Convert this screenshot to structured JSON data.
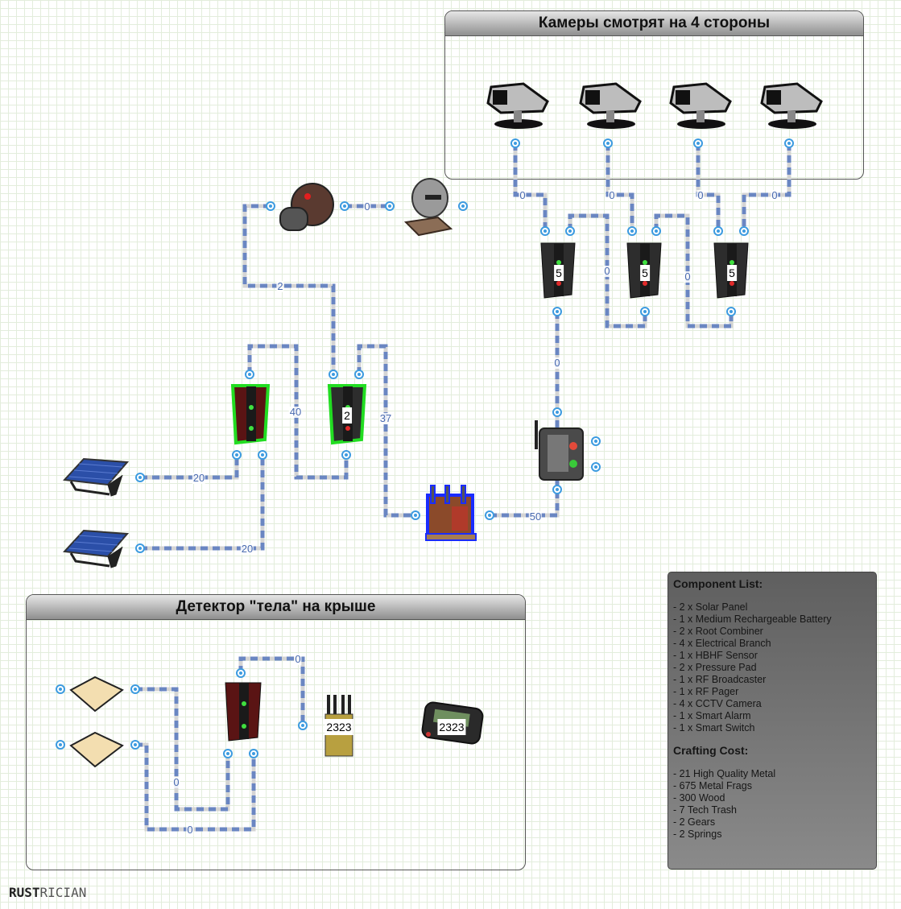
{
  "groups": {
    "cameras": {
      "title": "Камеры смотрят на 4 стороны"
    },
    "roof_detector": {
      "title": "Детектор \"тела\" на крыше"
    }
  },
  "components": {
    "cctv_camera": {
      "icon": "cctv-camera-icon",
      "count": 4
    },
    "electrical_branch": {
      "icon": "electrical-branch-icon",
      "values": [
        "5",
        "5",
        "5",
        "2"
      ]
    },
    "hbhf_sensor": {
      "icon": "hbhf-sensor-icon"
    },
    "smart_switch": {
      "icon": "smart-switch-icon"
    },
    "root_combiner": {
      "icon": "root-combiner-icon"
    },
    "battery": {
      "icon": "medium-rechargeable-battery-icon"
    },
    "smart_alarm": {
      "icon": "smart-alarm-icon"
    },
    "solar_panel": {
      "icon": "solar-panel-icon",
      "count": 2
    },
    "pressure_pad": {
      "icon": "pressure-pad-icon",
      "count": 2
    },
    "rf_broadcaster": {
      "icon": "rf-broadcaster-icon",
      "frequency": "2323"
    },
    "rf_pager": {
      "icon": "rf-pager-icon",
      "frequency": "2323"
    }
  },
  "wire_labels": {
    "cam1": "0",
    "cam2": "0",
    "cam3": "0",
    "cam4": "0",
    "branch_link1": "0",
    "branch_link2": "0",
    "branch_to_switch": "0",
    "hbhf_to_alarm": "0",
    "switch_to_branch": "2",
    "combiner_to_branch": "40",
    "branch_to_battery": "37",
    "battery_to_switch": "50",
    "solar1": "20",
    "solar2": "20",
    "pad1": "0",
    "pad2": "0",
    "roof_combiner_out": "0"
  },
  "component_list": {
    "heading": "Component List:",
    "items": [
      "- 2 x Solar Panel",
      "- 1 x Medium Rechargeable Battery",
      "- 2 x Root Combiner",
      "- 4 x Electrical Branch",
      "- 1 x HBHF Sensor",
      "- 2 x Pressure Pad",
      "- 1 x RF Broadcaster",
      "- 1 x RF Pager",
      "- 4 x CCTV Camera",
      "- 1 x Smart Alarm",
      "- 1 x Smart Switch"
    ]
  },
  "crafting_cost": {
    "heading": "Crafting Cost:",
    "items": [
      "- 21 High Quality Metal",
      "- 675 Metal Frags",
      "- 300 Wood",
      "- 7 Tech Trash",
      "- 2 Gears",
      "- 2 Springs"
    ]
  },
  "logo": {
    "bold": "RUST",
    "thin": "RICIAN"
  },
  "colors": {
    "wire": "#6a86c2",
    "wire_gap": "#d4d4d4",
    "port": "#3d9be0",
    "active_glow": "#22dd22",
    "selected_glow": "#1a2cff"
  }
}
